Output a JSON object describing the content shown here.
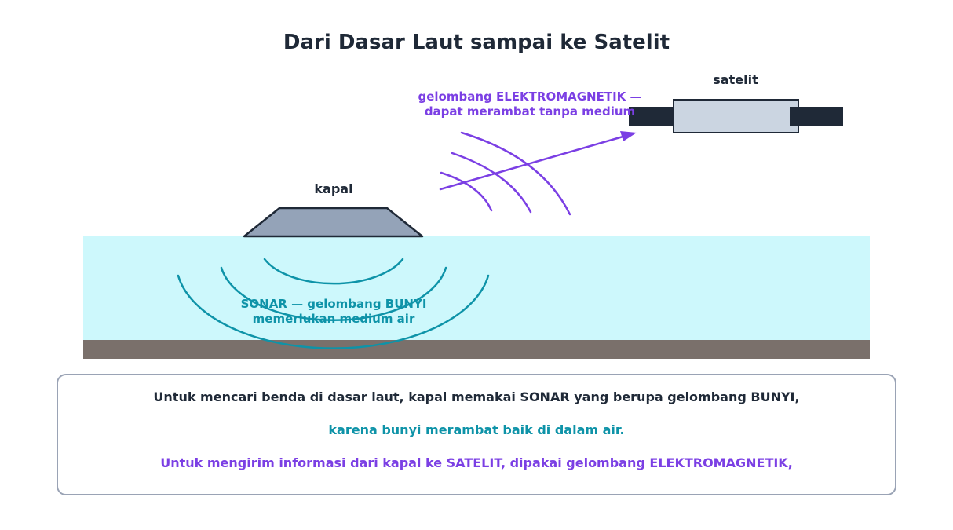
{
  "title": "Dari Dasar Laut sampai ke Satelit",
  "labels": {
    "satellite": "satelit",
    "ship": "kapal",
    "em_wave_line1": "gelombang ELEKTROMAGNETIK —",
    "em_wave_line2": "dapat merambat tanpa medium",
    "sonar_line1": "SONAR — gelombang BUNYI",
    "sonar_line2": "memerlukan medium air"
  },
  "caption": {
    "line1": "Untuk mencari benda di dasar laut, kapal memakai SONAR yang berupa gelombang BUNYI,",
    "line2": "karena bunyi merambat baik di dalam air.",
    "line3": "Untuk mengirim informasi dari kapal ke SATELIT, dipakai gelombang ELEKTROMAGNETIK,"
  },
  "colors": {
    "title": "#1f2937",
    "water": "#cdf8fc",
    "seabed": "#7a706b",
    "ship_hull": "#94a3b8",
    "satellite_body": "#cbd5e1",
    "satellite_panels": "#1f2937",
    "sound_wave": "#0e93a8",
    "em_wave": "#7b3fe4",
    "caption_border": "#9aa3b5"
  }
}
